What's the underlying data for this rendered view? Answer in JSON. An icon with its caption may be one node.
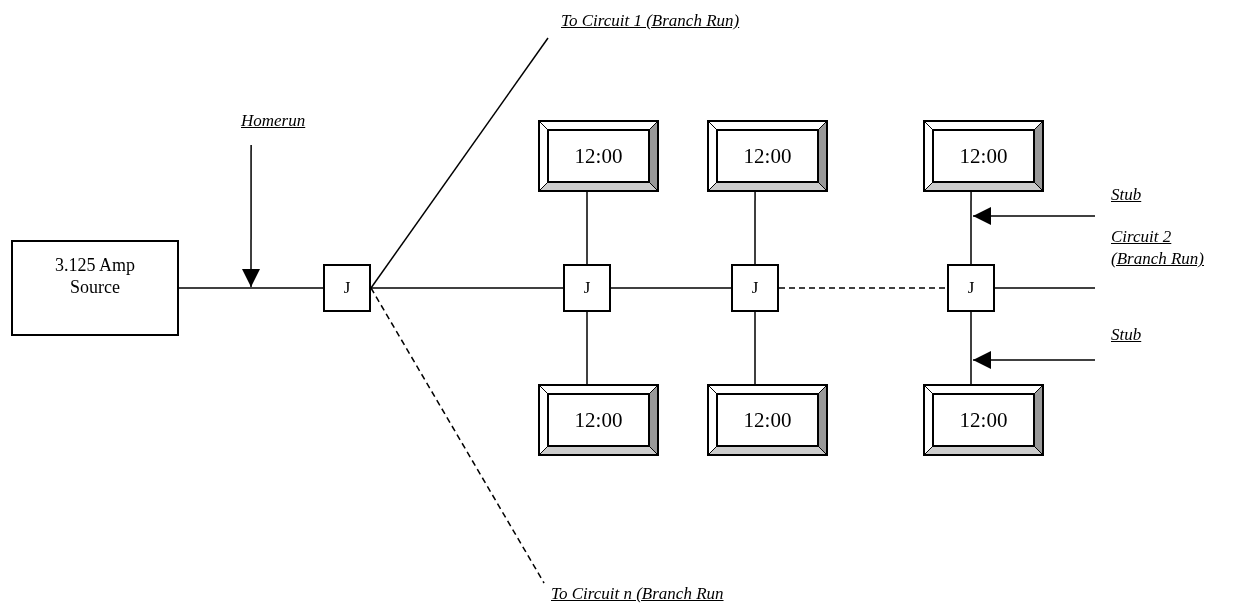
{
  "diagram": {
    "nodes": [
      {
        "text": [
          "To Circuit 1 (Branch Run)"
        ]
      },
      {
        "text": [
          "Homerun"
        ]
      },
      {
        "text": [
          "12:00"
        ]
      },
      {
        "text": [
          "12:00"
        ]
      },
      {
        "text": [
          "12:00"
        ]
      },
      {
        "text": [
          "Stub"
        ]
      },
      {
        "text": [
          "Circuit 2 (Branch Run)"
        ]
      },
      {
        "text": [
          "3.125 Amp Source"
        ]
      },
      {
        "text": [
          "J"
        ]
      },
      {
        "text": [
          "J"
        ]
      },
      {
        "text": [
          "J"
        ]
      },
      {
        "text": [
          "J"
        ]
      },
      {
        "text": [
          "Stub"
        ]
      },
      {
        "text": [
          "12:00"
        ]
      },
      {
        "text": [
          "12:00"
        ]
      },
      {
        "text": [
          "12:00"
        ]
      },
      {
        "text": [
          "To Circuit n (Branch Run"
        ]
      }
    ],
    "edges": [
      {
        "from": 7,
        "to": 8,
        "arrow": "none"
      },
      {
        "from": 1,
        "to": null,
        "arrow": "to"
      },
      {
        "from": 8,
        "to": 0,
        "arrow": "none"
      },
      {
        "from": 8,
        "to": 16,
        "arrow": "none",
        "style": "dashed"
      },
      {
        "from": 8,
        "to": 9,
        "arrow": "none"
      },
      {
        "from": 9,
        "to": 10,
        "arrow": "none"
      },
      {
        "from": 10,
        "to": 11,
        "arrow": "none",
        "style": "dashed"
      },
      {
        "from": 11,
        "to": 6,
        "arrow": "none"
      },
      {
        "from": 2,
        "to": 9,
        "arrow": "none"
      },
      {
        "from": 9,
        "to": 13,
        "arrow": "none"
      },
      {
        "from": 3,
        "to": 10,
        "arrow": "none"
      },
      {
        "from": 10,
        "to": 14,
        "arrow": "none"
      },
      {
        "from": 4,
        "to": 11,
        "arrow": "none"
      },
      {
        "from": 11,
        "to": 15,
        "arrow": "none"
      },
      {
        "from": 5,
        "to": 4,
        "arrow": "to"
      },
      {
        "from": 12,
        "to": 15,
        "arrow": "to"
      }
    ]
  }
}
